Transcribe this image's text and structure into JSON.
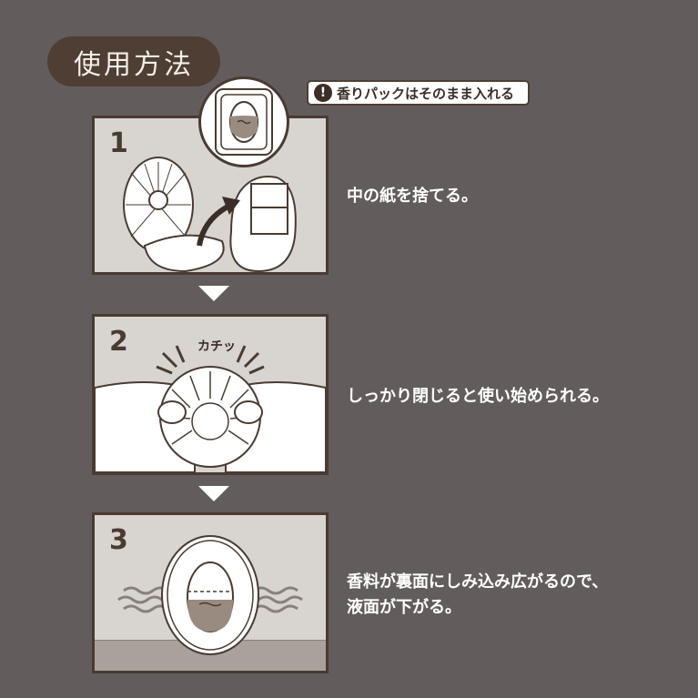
{
  "header": {
    "title": "使用方法",
    "note_icon": "exclamation-icon",
    "note_icon_glyph": "!",
    "note": "香りパックはそのまま入れる"
  },
  "steps": [
    {
      "number": "1",
      "text": "中の紙を捨てる。"
    },
    {
      "number": "2",
      "text": "しっかり閉じると使い始められる。",
      "sound_label": "カチッ"
    },
    {
      "number": "3",
      "text_line1": "香料が裏面にしみ込み広がるので、",
      "text_line2": "液面が下がる。"
    }
  ],
  "colors": {
    "background": "#625d5c",
    "title_pill": "#4f3e33",
    "panel_bg": "#d8d4d0",
    "panel_border": "#4a3b31",
    "liquid": "#9a8b80"
  }
}
